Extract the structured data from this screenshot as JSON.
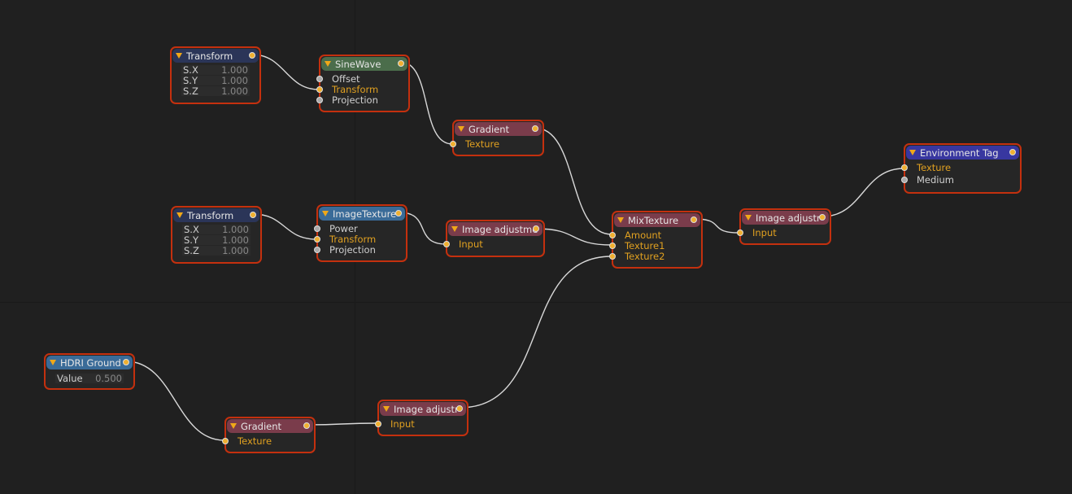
{
  "nodes": {
    "transform1": {
      "title": "Transform",
      "params": [
        {
          "label": "S.X",
          "value": "1.000"
        },
        {
          "label": "S.Y",
          "value": "1.000"
        },
        {
          "label": "S.Z",
          "value": "1.000"
        }
      ]
    },
    "sinewave": {
      "title": "SineWave",
      "inputs": [
        "Offset",
        "Transform",
        "Projection"
      ]
    },
    "gradient1": {
      "title": "Gradient",
      "inputs": [
        "Texture"
      ]
    },
    "transform2": {
      "title": "Transform",
      "params": [
        {
          "label": "S.X",
          "value": "1.000"
        },
        {
          "label": "S.Y",
          "value": "1.000"
        },
        {
          "label": "S.Z",
          "value": "1.000"
        }
      ]
    },
    "imagetexture": {
      "title": "ImageTexture",
      "inputs": [
        "Power",
        "Transform",
        "Projection"
      ]
    },
    "imageadj1": {
      "title": "Image adjustme",
      "inputs": [
        "Input"
      ]
    },
    "mixtexture": {
      "title": "MixTexture",
      "inputs": [
        "Amount",
        "Texture1",
        "Texture2"
      ]
    },
    "imageadj2": {
      "title": "Image adjustr",
      "inputs": [
        "Input"
      ]
    },
    "envtag": {
      "title": "Environment Tag",
      "inputs": [
        "Texture",
        "Medium"
      ]
    },
    "hdri": {
      "title": "HDRI Ground",
      "params": [
        {
          "label": "Value",
          "value": "0.500"
        }
      ]
    },
    "gradient2": {
      "title": "Gradient",
      "inputs": [
        "Texture"
      ]
    },
    "imageadj3": {
      "title": "Image adjustr",
      "inputs": [
        "Input"
      ]
    }
  },
  "colors": {
    "border": "#c4300e",
    "port_active": "#f0b030",
    "label_active": "#e0a020"
  }
}
